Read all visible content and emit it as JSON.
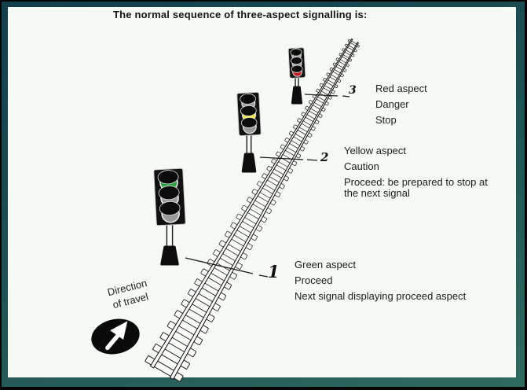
{
  "title": "The normal sequence of three-aspect signalling is:",
  "direction": {
    "line1": "Direction",
    "line2": "of travel"
  },
  "signals": [
    {
      "number": "1",
      "aspect": "Green aspect",
      "line2": "Proceed",
      "line3": "Next signal displaying proceed aspect",
      "lit_position": "top",
      "lit_color": "#2f9e41"
    },
    {
      "number": "2",
      "aspect": "Yellow aspect",
      "line2": "Caution",
      "line3": "Proceed: be prepared to stop at the next signal",
      "lit_position": "middle",
      "lit_color": "#efe436"
    },
    {
      "number": "3",
      "aspect": "Red aspect",
      "line2": "Danger",
      "line3": "Stop",
      "lit_position": "bottom",
      "lit_color": "#c11b1f"
    }
  ],
  "colors": {
    "frame_outer": "#050505",
    "frame_teal_dark": "#143f4b",
    "frame_teal_light": "#2f6a5e",
    "panel_background": "#f6faf5",
    "unlit_lamp": "#9a9a9a",
    "line_ink": "#1a1a1a"
  }
}
